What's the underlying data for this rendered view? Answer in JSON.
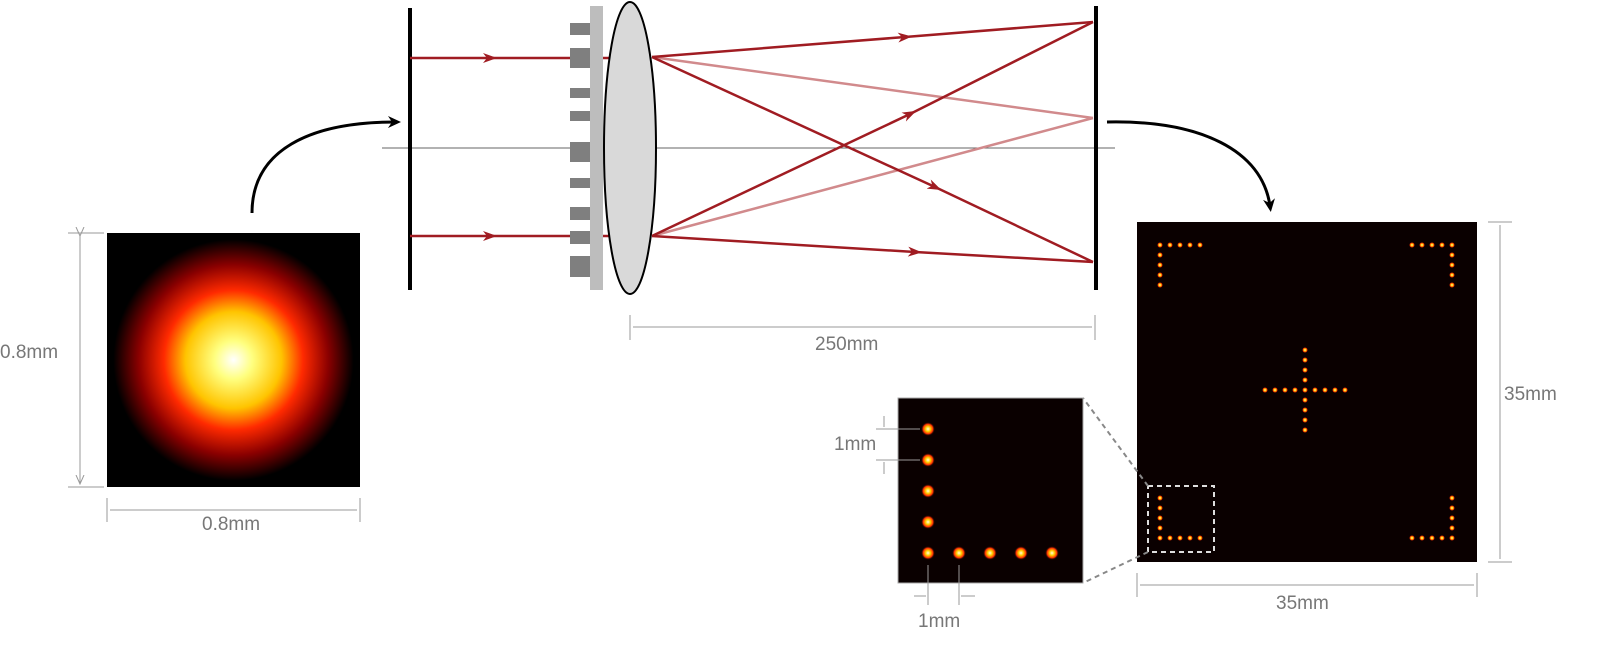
{
  "labels": {
    "input_height": "0.8mm",
    "input_width": "0.8mm",
    "focal_distance": "250mm",
    "output_height": "35mm",
    "output_width": "35mm",
    "inset_pitch_vertical": "1mm",
    "inset_pitch_horizontal": "1mm"
  },
  "colors": {
    "ray": "#a01c22",
    "ray_faint": "#d18a8c",
    "grating_base": "#bdbdbd",
    "grating_teeth": "#7f7f7f",
    "lens_fill": "#d9d9d9",
    "image_background": "#0a0000",
    "spot": "#ff7a00"
  }
}
